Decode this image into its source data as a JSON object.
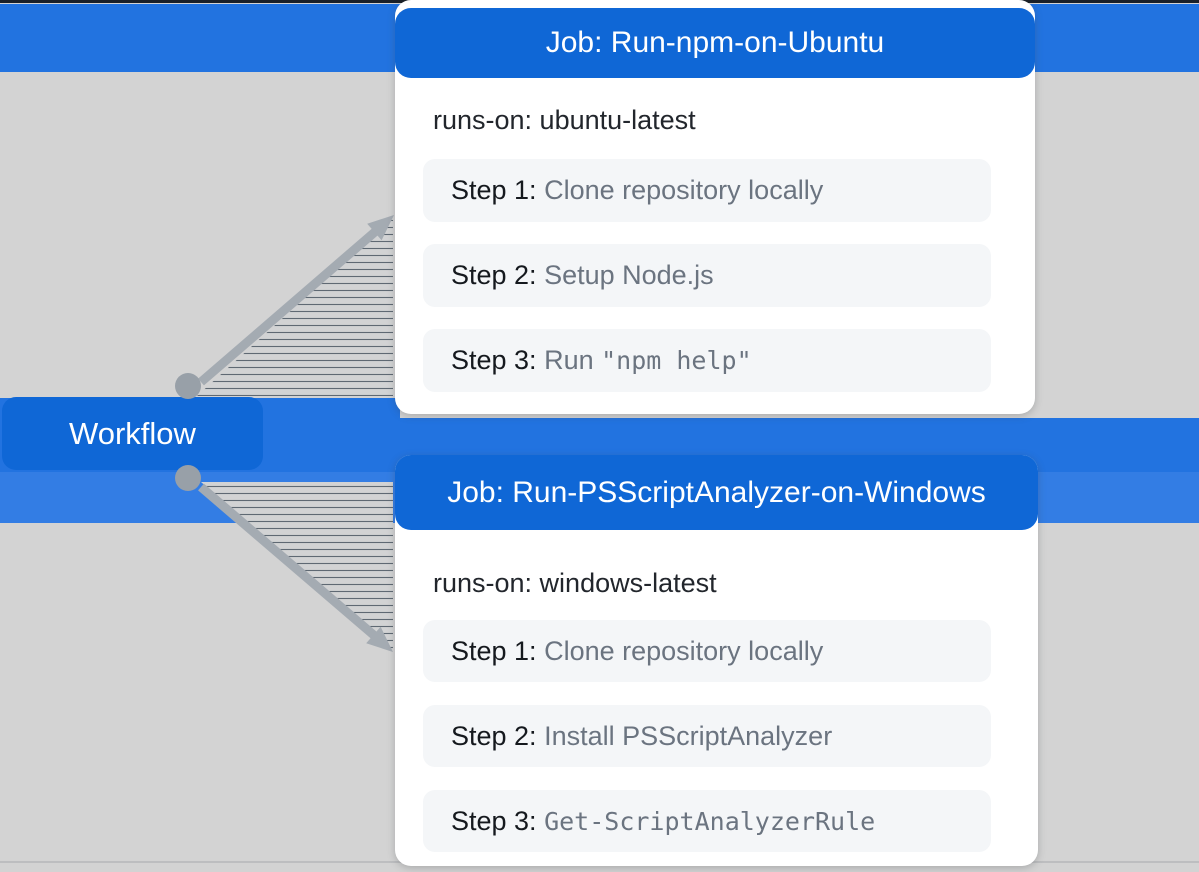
{
  "colors": {
    "background": "#d3d3d3",
    "band_blue": "#2273e0",
    "band_blue_light": "#337de4",
    "node_blue": "#0f67d6",
    "arrow_gray": "#a4abb2",
    "dot_gray": "#98a0a8",
    "pill_background": "#f4f6f8"
  },
  "workflow": {
    "label": "Workflow"
  },
  "jobs": [
    {
      "title": "Job: Run-npm-on-Ubuntu",
      "runs_on": "runs-on: ubuntu-latest",
      "steps": [
        {
          "label": "Step 1: ",
          "desc": "Clone repository locally",
          "code": ""
        },
        {
          "label": "Step 2: ",
          "desc": "Setup Node.js",
          "code": ""
        },
        {
          "label": "Step 3: ",
          "desc": "Run ",
          "code": "\"npm help\""
        }
      ]
    },
    {
      "title": "Job: Run-PSScriptAnalyzer-on-Windows",
      "runs_on": "runs-on: windows-latest",
      "steps": [
        {
          "label": "Step 1: ",
          "desc": "Clone repository locally",
          "code": ""
        },
        {
          "label": "Step 2: ",
          "desc": "Install PSScriptAnalyzer",
          "code": ""
        },
        {
          "label": "Step 3: ",
          "desc": "",
          "code": "Get-ScriptAnalyzerRule"
        }
      ]
    }
  ]
}
